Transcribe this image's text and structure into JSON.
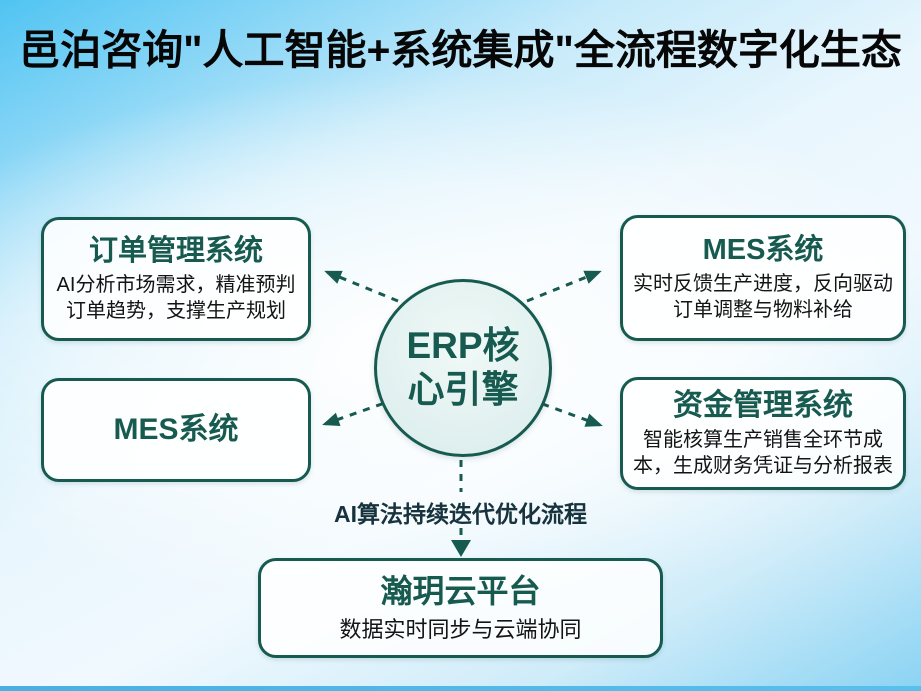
{
  "title": "邑泊咨询\"人工智能+系统集成\"全流程数字化生态",
  "hub": {
    "line1": "ERP核",
    "line2": "心引擎"
  },
  "nodes": {
    "order": {
      "title": "订单管理系统",
      "desc": "AI分析市场需求，精准预判订单趋势，支撑生产规划"
    },
    "mes_right": {
      "title": "MES系统",
      "desc": "实时反馈生产进度，反向驱动订单调整与物料补给"
    },
    "mes_left": {
      "title": "MES系统"
    },
    "funds": {
      "title": "资金管理系统",
      "desc": "智能核算生产销售全环节成本，生成财务凭证与分析报表"
    },
    "cloud": {
      "title": "瀚玥云平台",
      "desc": "数据实时同步与云端协同"
    }
  },
  "flow_label": "AI算法持续迭代优化流程",
  "colors": {
    "accent": "#175a50",
    "title_text": "#070707",
    "desc_text": "#141414",
    "flow_label_text": "#17333d",
    "background_top": "#50c4f2",
    "background_center": "#f0f9fe",
    "bottom_strip": "#49b0e4"
  }
}
